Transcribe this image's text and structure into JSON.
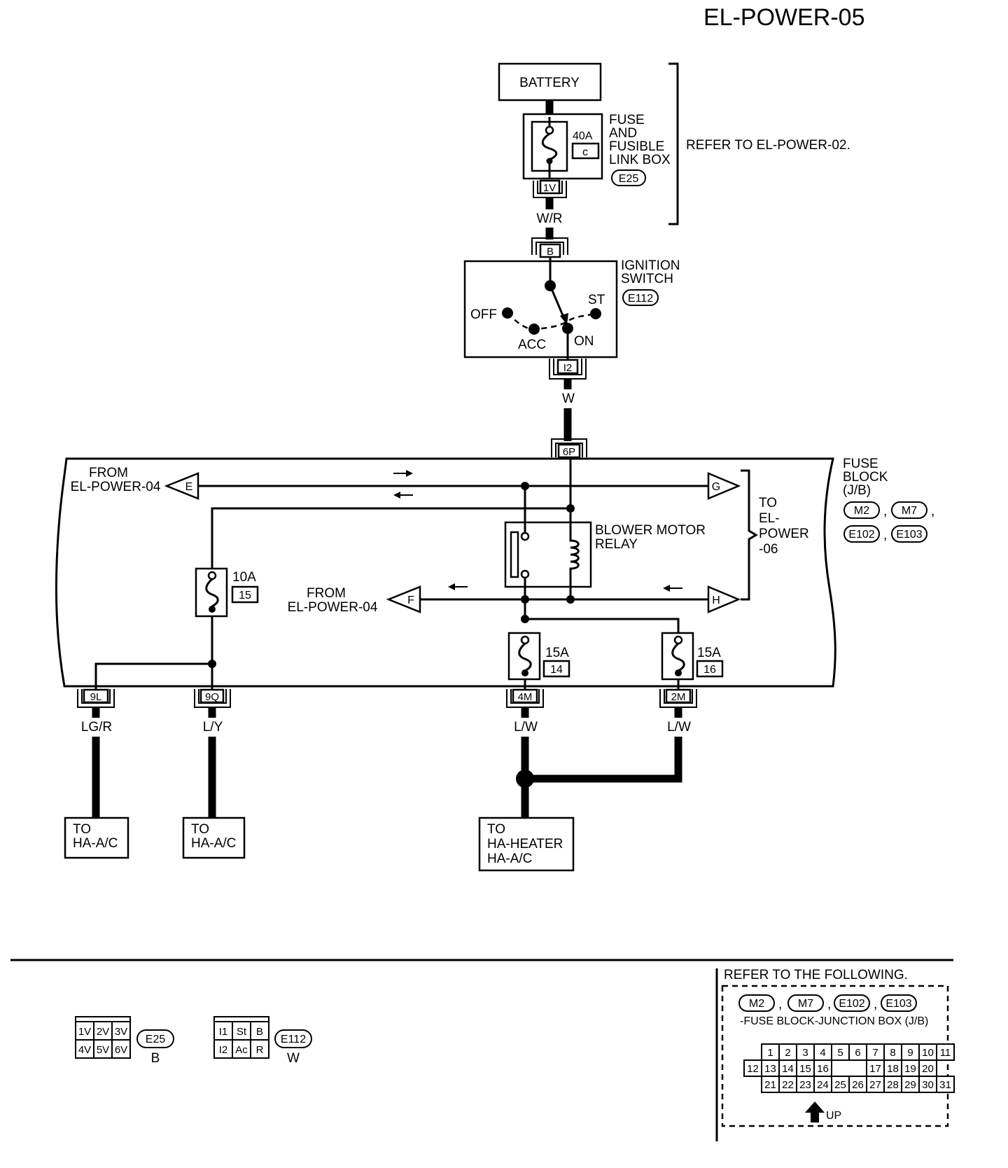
{
  "page_id": "EL-POWER-05",
  "battery": "BATTERY",
  "fusible_link": {
    "rating": "40A",
    "letter": "c",
    "label_lines": [
      "FUSE",
      "AND",
      "FUSIBLE",
      "LINK BOX"
    ],
    "connector": "E25",
    "terminal": "1V",
    "refer": "REFER TO EL-POWER-02."
  },
  "wire_top": "W/R",
  "ignition_switch": {
    "label_lines": [
      "IGNITION",
      "SWITCH"
    ],
    "connector": "E112",
    "terminal_in": "B",
    "terminal_out": "I2",
    "positions": {
      "off": "OFF",
      "acc": "ACC",
      "on": "ON",
      "st": "ST"
    }
  },
  "wire_mid": "W",
  "fuse_block": {
    "label_lines": [
      "FUSE",
      "BLOCK",
      "(J/B)"
    ],
    "connectors": [
      "M2",
      "M7",
      "E102",
      "E103"
    ],
    "terminal_in": "6P",
    "from_e_lines": [
      "FROM",
      "EL-POWER-04"
    ],
    "from_f_lines": [
      "FROM",
      "EL-POWER-04"
    ],
    "arrow_e": "E",
    "arrow_f": "F",
    "arrow_g": "G",
    "arrow_h": "H",
    "to_lines": [
      "TO",
      "EL-",
      "POWER",
      "-06"
    ],
    "relay_lines": [
      "BLOWER MOTOR",
      "RELAY"
    ],
    "fuses": [
      {
        "rating": "10A",
        "number": "15"
      },
      {
        "rating": "15A",
        "number": "14"
      },
      {
        "rating": "15A",
        "number": "16"
      }
    ]
  },
  "outputs": [
    {
      "terminal": "9L",
      "wire": "LG/R",
      "dest_lines": [
        "TO",
        "HA-A/C"
      ]
    },
    {
      "terminal": "9Q",
      "wire": "L/Y",
      "dest_lines": [
        "TO",
        "HA-A/C"
      ]
    },
    {
      "terminal": "4M",
      "wire": "L/W",
      "dest_lines": [
        "TO",
        "HA-HEATER",
        "HA-A/C"
      ]
    },
    {
      "terminal": "2M",
      "wire": "L/W"
    }
  ],
  "connector_views": {
    "e25": {
      "cells": [
        "1V",
        "2V",
        "3V",
        "4V",
        "5V",
        "6V"
      ],
      "id": "E25",
      "color": "B"
    },
    "e112": {
      "cells": [
        "I1",
        "St",
        "B",
        "I2",
        "Ac",
        "R"
      ],
      "id": "E112",
      "color": "W"
    }
  },
  "refer_box": {
    "title": "REFER TO THE FOLLOWING.",
    "connectors": [
      "M2",
      "M7",
      "E102",
      "E103"
    ],
    "subtitle": "-FUSE BLOCK-JUNCTION BOX (J/B)",
    "row1": [
      "1",
      "2",
      "3",
      "4",
      "5",
      "6",
      "7",
      "8",
      "9",
      "10",
      "11"
    ],
    "row2": [
      "12",
      "13",
      "14",
      "15",
      "16",
      "17",
      "18",
      "19",
      "20"
    ],
    "row3": [
      "21",
      "22",
      "23",
      "24",
      "25",
      "26",
      "27",
      "28",
      "29",
      "30",
      "31"
    ],
    "up": "UP"
  }
}
